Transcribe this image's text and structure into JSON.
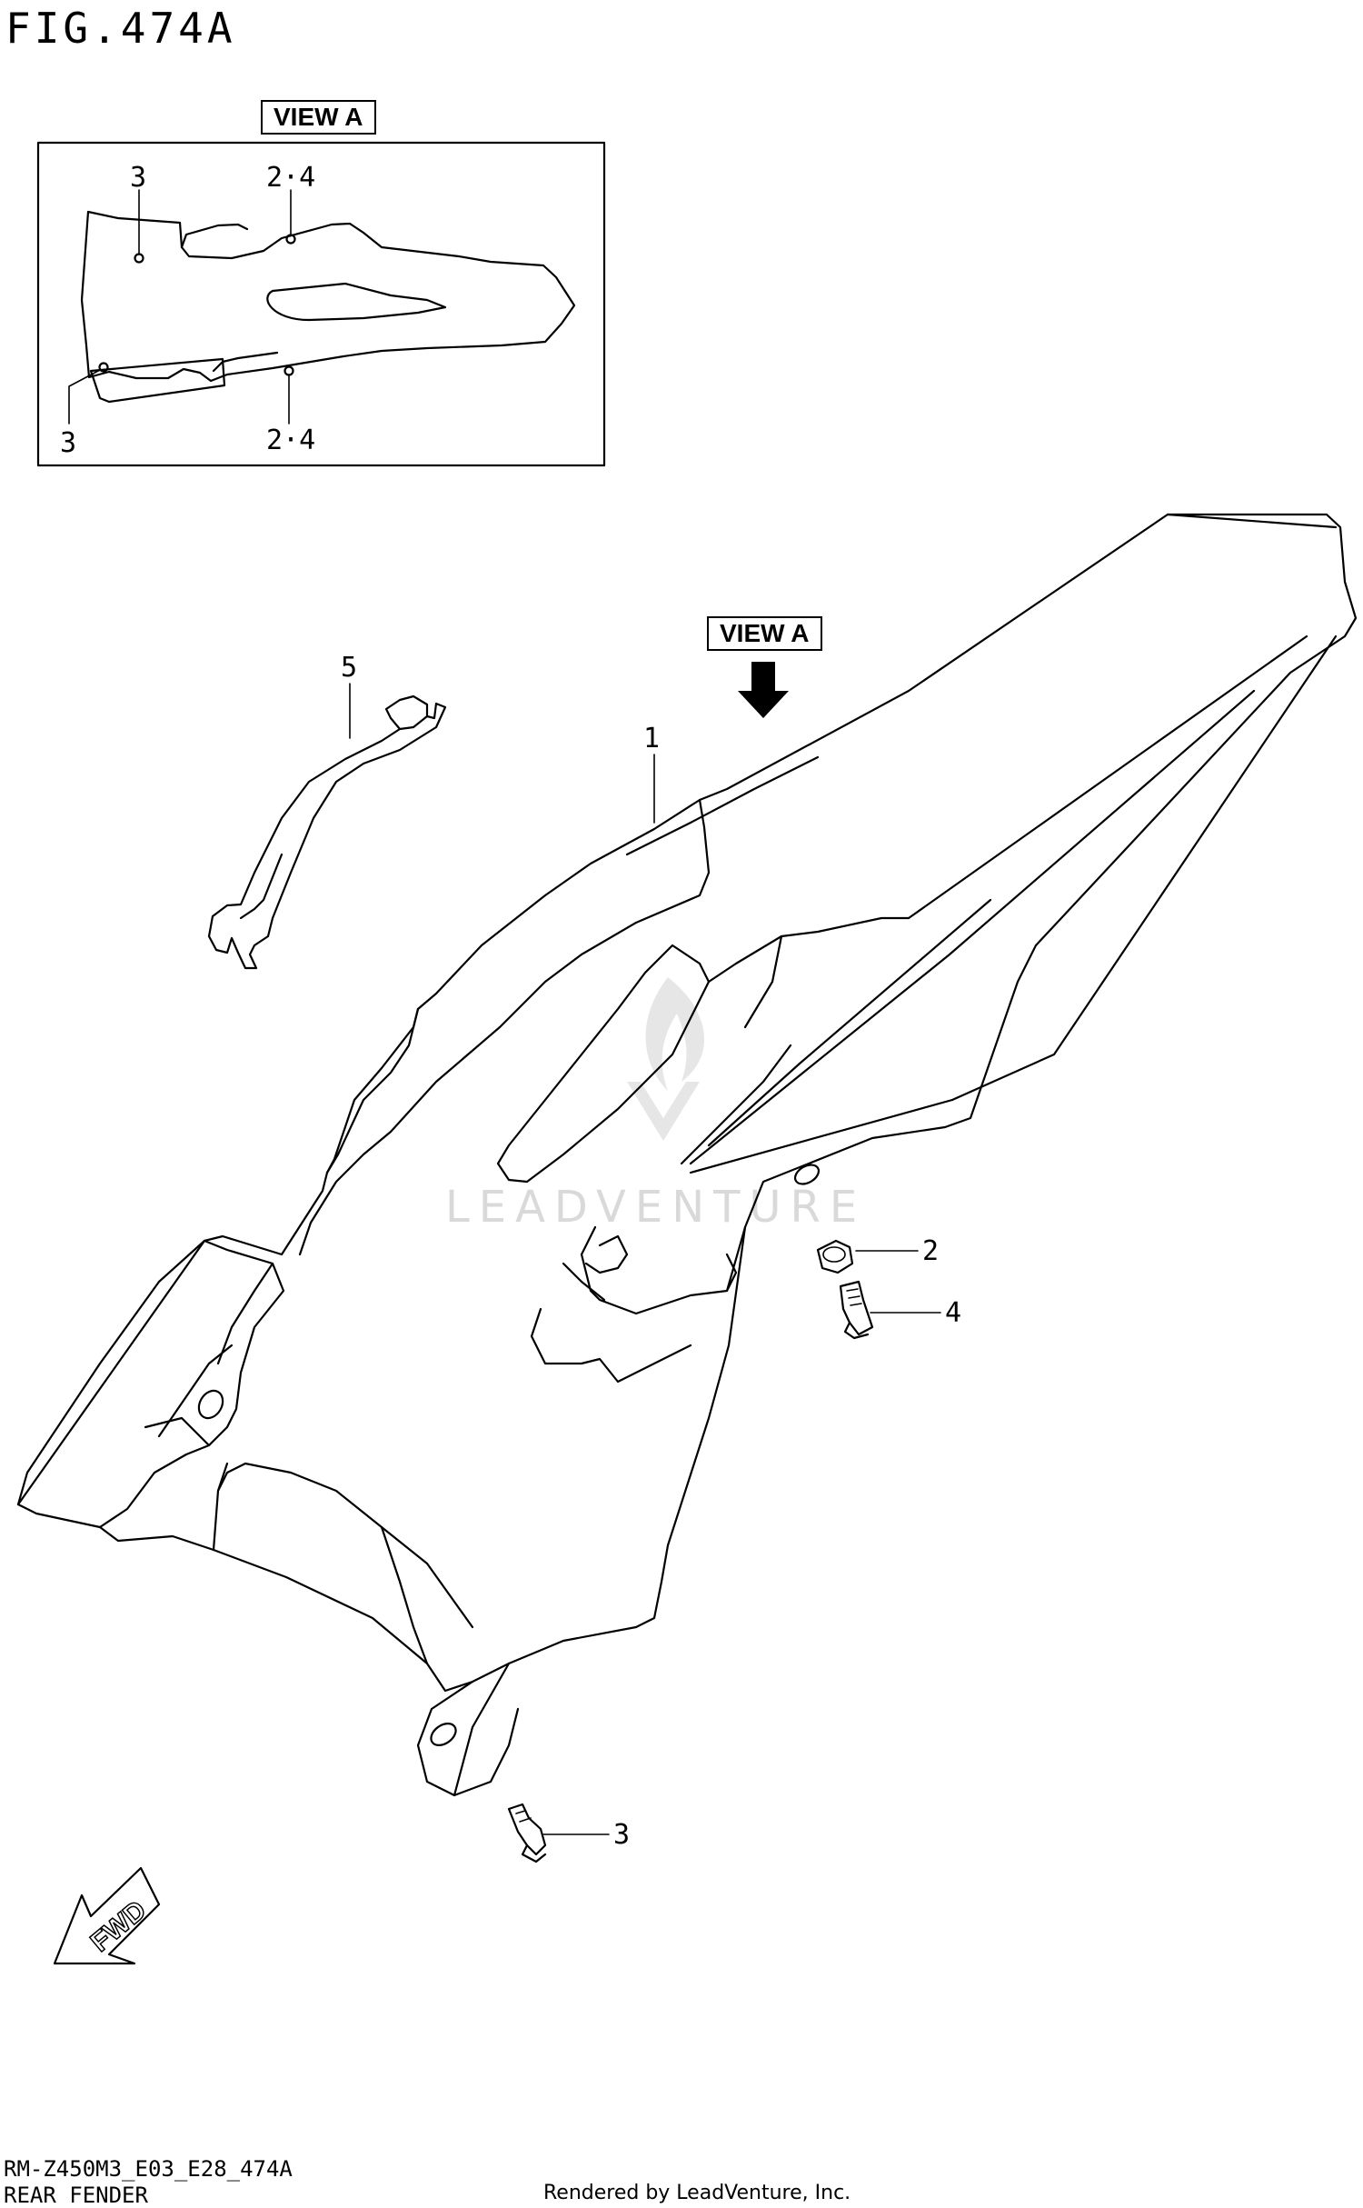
{
  "figure": {
    "title": "FIG.474A",
    "model_code": "RM-Z450M3_E03_E28_474A",
    "section_name": "REAR FENDER",
    "rendered_by": "Rendered by LeadVenture, Inc.",
    "watermark": "LEADVENTURE"
  },
  "inset": {
    "tag": "VIEW A",
    "callouts": [
      "3",
      "2·4",
      "3",
      "2·4"
    ]
  },
  "main_view_tag": "VIEW A",
  "callouts": [
    {
      "id": "1",
      "text": "1",
      "part": "rear fender"
    },
    {
      "id": "2",
      "text": "2",
      "part": "nut"
    },
    {
      "id": "3",
      "text": "3",
      "part": "bolt"
    },
    {
      "id": "4",
      "text": "4",
      "part": "bolt"
    },
    {
      "id": "5",
      "text": "5",
      "part": "bracket"
    }
  ],
  "fwd_label": "FWD",
  "icons": [
    "fwd-arrow-icon",
    "down-arrow-icon",
    "leadventure-logo-icon"
  ]
}
